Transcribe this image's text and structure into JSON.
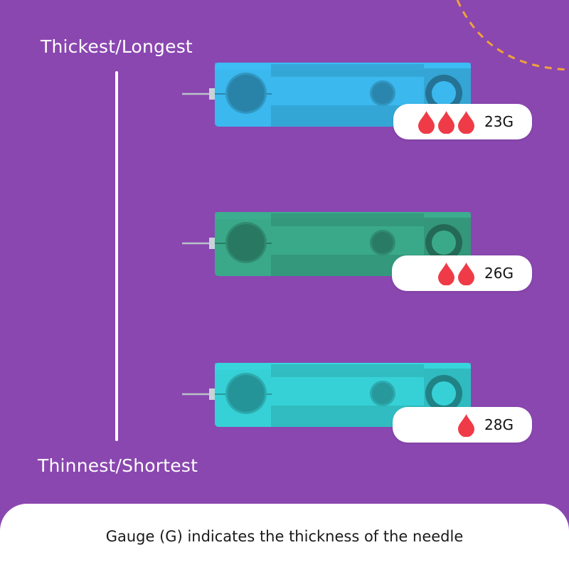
{
  "scale": {
    "top_label": "Thickest/Longest",
    "bottom_label": "Thinnest/Shortest"
  },
  "lancets": [
    {
      "gauge": "23G",
      "drops": 3,
      "color": "#3bb8ee"
    },
    {
      "gauge": "26G",
      "drops": 2,
      "color": "#3aa98a"
    },
    {
      "gauge": "28G",
      "drops": 1,
      "color": "#36d1d6"
    }
  ],
  "footer": {
    "caption": "Gauge (G) indicates the thickness of the needle"
  },
  "colors": {
    "background": "#8a47b0",
    "drop": "#ef3b47",
    "accent_dash": "#f0a23a"
  },
  "icons": {
    "drop": "blood-drop-icon"
  }
}
